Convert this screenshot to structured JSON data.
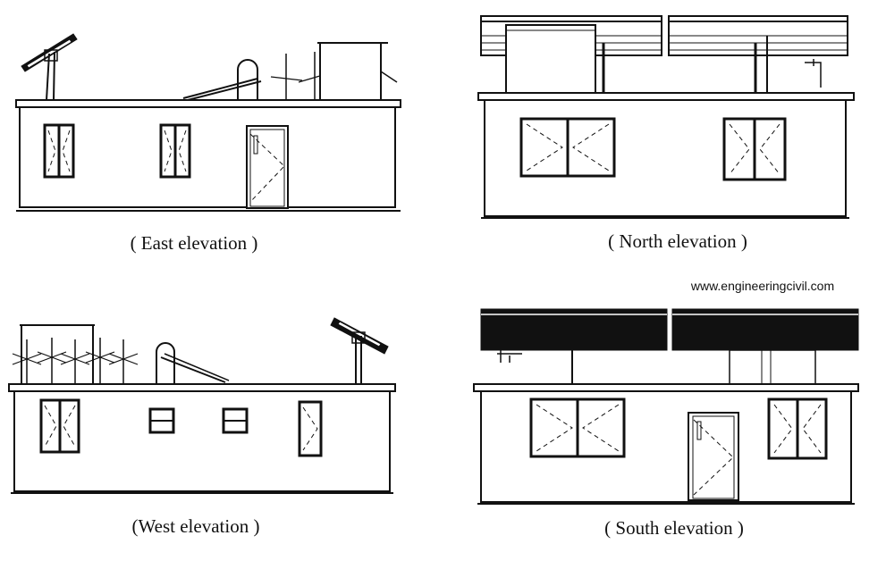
{
  "captions": {
    "east": "( East elevation )",
    "north": "( North elevation )",
    "west": "(West elevation )",
    "south": "( South elevation )"
  },
  "watermark": "www.engineeringcivil.com"
}
